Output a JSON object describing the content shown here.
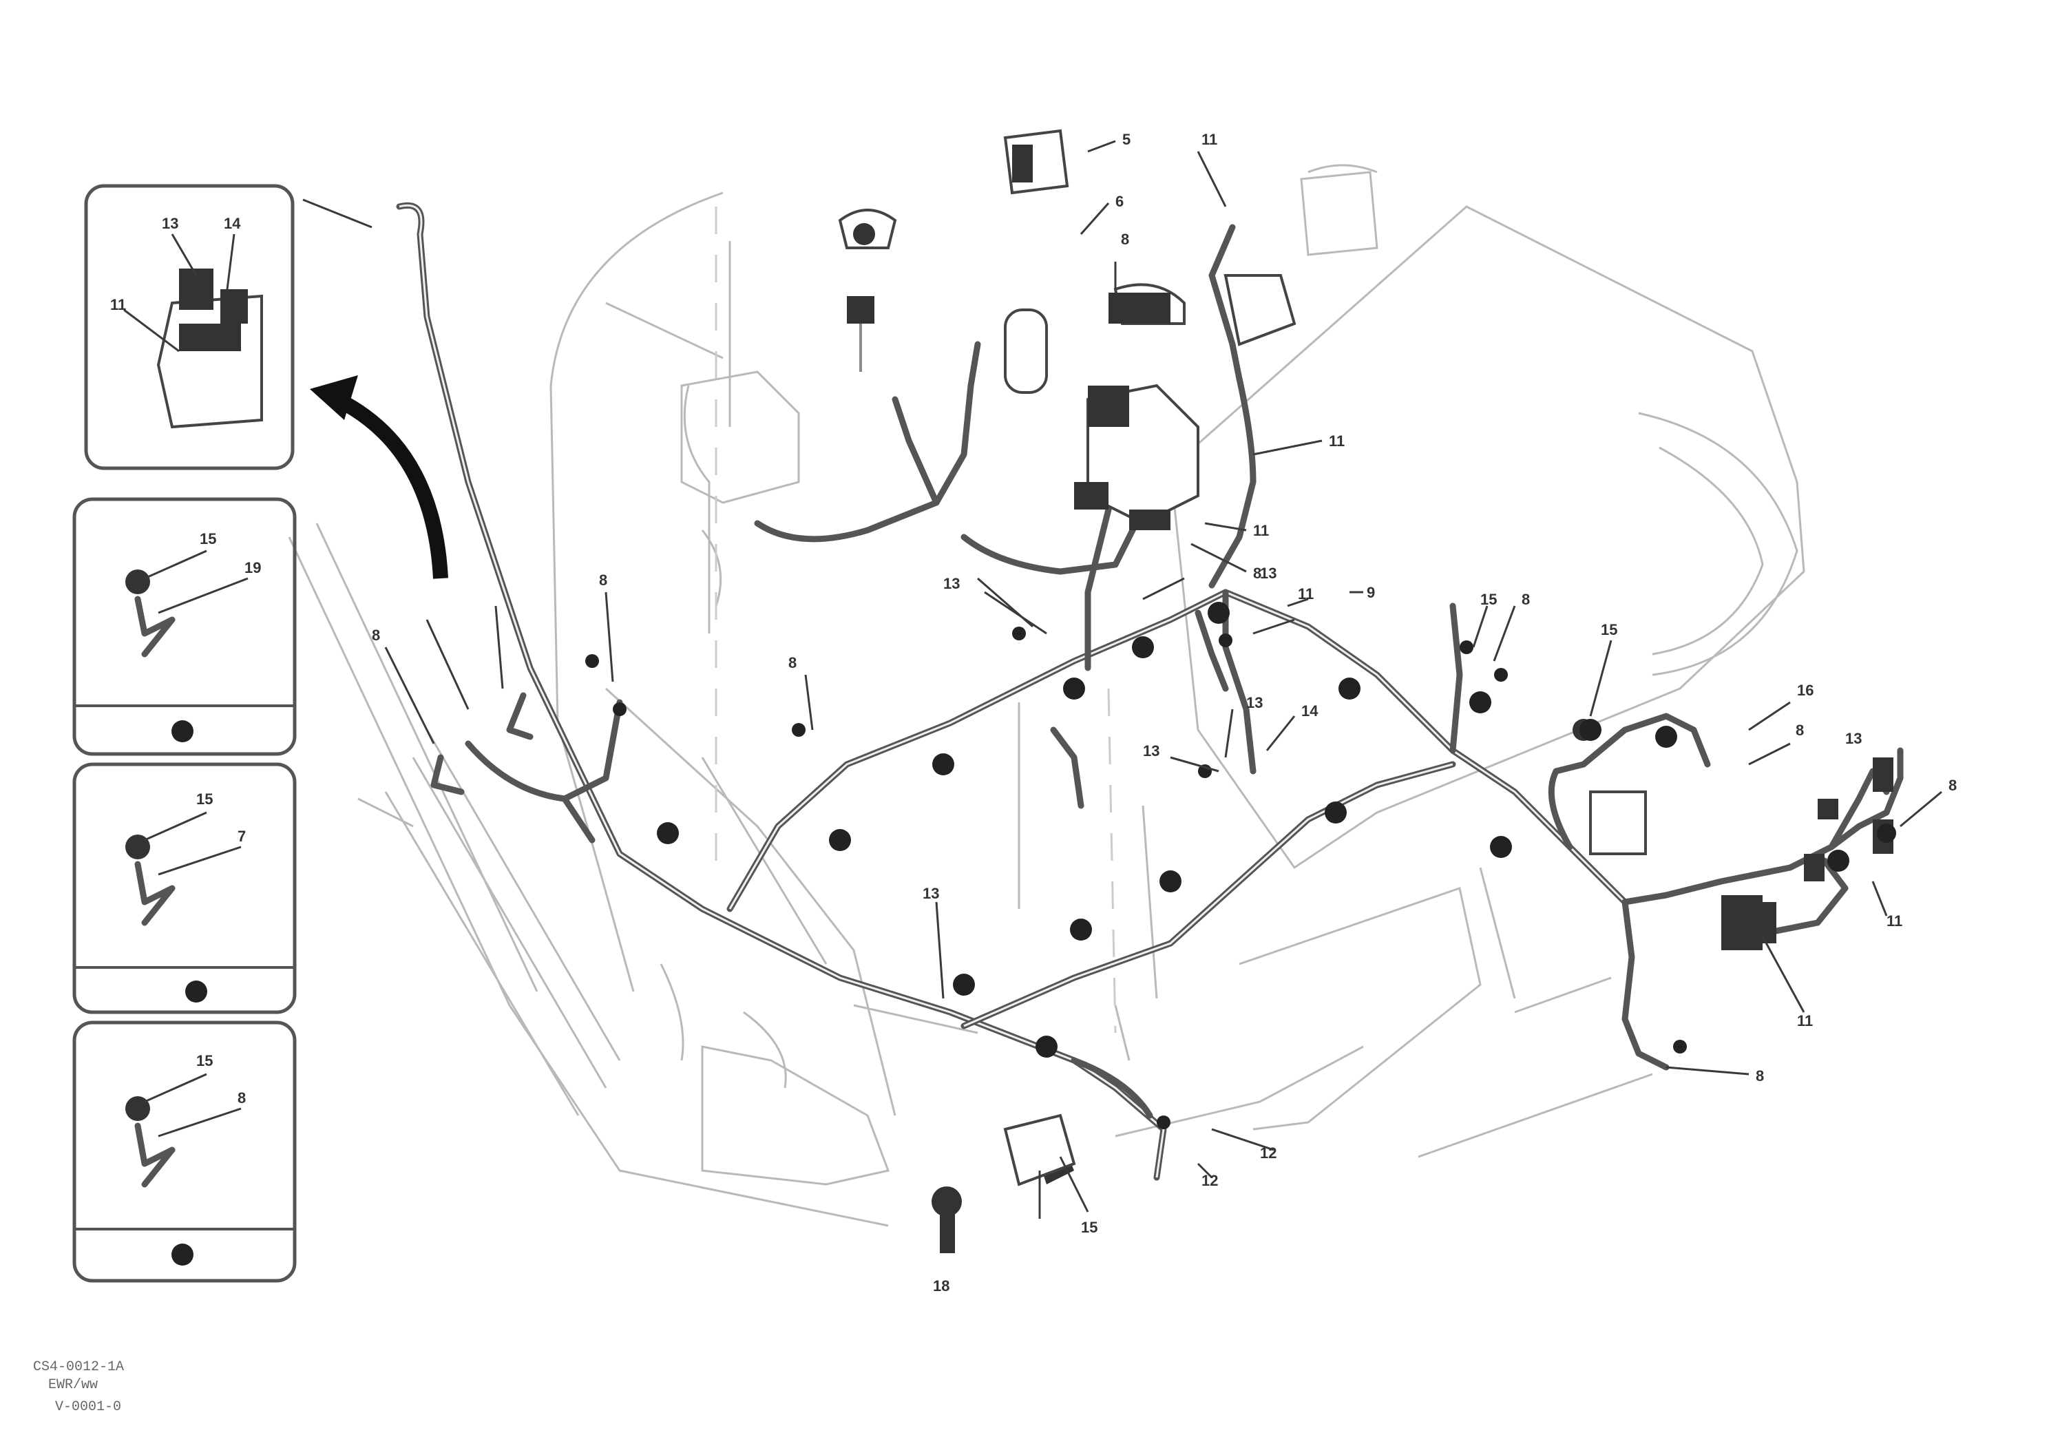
{
  "callouts": {
    "top_a": "5",
    "top_b": "11",
    "top_c": "6",
    "top_d": "8",
    "right_mid": "11",
    "arm_left1": "8",
    "arm_left2": "8",
    "arm_left3": "8",
    "center_a": "13",
    "center_b": "11",
    "center_c": "9",
    "center_d": "13",
    "center_e": "13",
    "center_f": "14",
    "right_a": "15",
    "right_b": "8",
    "right_c": "15",
    "right_d": "16",
    "right_e": "8",
    "right_f": "13",
    "right_g": "8",
    "right_h": "11",
    "bottom_a": "11",
    "bottom_b": "8",
    "bottom_c": "12",
    "bottom_d": "15",
    "bottom_e": "18",
    "inset1_a": "13",
    "inset1_b": "14",
    "inset1_c": "11",
    "inset2_a": "15",
    "inset2_b": "19",
    "inset3_a": "15",
    "inset3_b": "7",
    "inset4_a": "15",
    "inset4_b": "8",
    "mid_a": "11",
    "mid_b": "8",
    "mid_c": "13",
    "mid_d": "13",
    "mid_e": "12"
  },
  "footer": {
    "line1": "CS4-0012-1A",
    "line2": "EWR/ww",
    "line3": "V-0001-0"
  }
}
